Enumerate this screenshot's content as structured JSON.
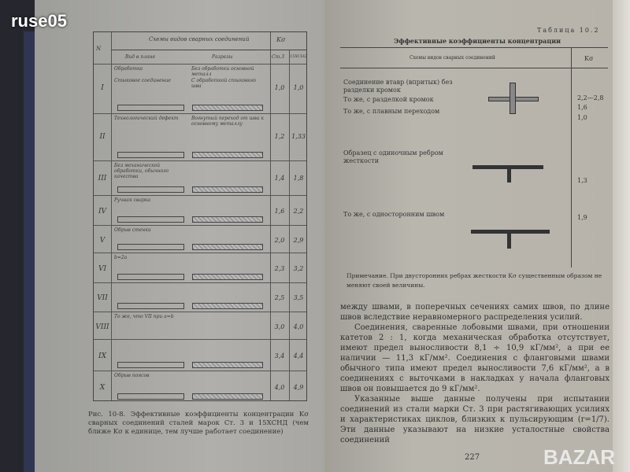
{
  "watermark_top": "ruse05",
  "watermark_bottom": "BAZAR",
  "left_page": {
    "table": {
      "header_main": "Схемы видов сварных соединений",
      "header_k": "Kσ",
      "sub_plan": "Вид в плане",
      "sub_cuts": "Разрезы",
      "sub_st3": "Ст.3",
      "sub_15": "15ХСНД",
      "rows": [
        {
          "n": "I",
          "st3": "1,0",
          "hsnd": "1,0",
          "notes": [
            "Обработка",
            "Без обработки основной металл",
            "Стыковое соединение",
            "С обработкой стыкового шва"
          ]
        },
        {
          "n": "II",
          "st3": "1,2",
          "hsnd": "1,33",
          "notes": [
            "Технологический дефект",
            "Вогнутый переход от шва к основному металлу"
          ]
        },
        {
          "n": "III",
          "st3": "1,4",
          "hsnd": "1,8",
          "notes": [
            "Без механической обработки, обычного качества"
          ]
        },
        {
          "n": "IV",
          "st3": "1,6",
          "hsnd": "2,2",
          "notes": [
            "Ручная сварка"
          ]
        },
        {
          "n": "V",
          "st3": "2,0",
          "hsnd": "2,9",
          "notes": [
            "Обрыв стенки"
          ]
        },
        {
          "n": "VI",
          "st3": "2,3",
          "hsnd": "3,2",
          "notes": [
            "b=2a"
          ]
        },
        {
          "n": "VII",
          "st3": "2,5",
          "hsnd": "3,5",
          "notes": []
        },
        {
          "n": "VIII",
          "st3": "3,0",
          "hsnd": "4,0",
          "notes": [
            "То же, что VII при a=b"
          ]
        },
        {
          "n": "IX",
          "st3": "3,4",
          "hsnd": "4,4",
          "notes": []
        },
        {
          "n": "X",
          "st3": "4,0",
          "hsnd": "4,9",
          "notes": [
            "Обрыв поясов"
          ]
        }
      ]
    },
    "caption": "Рис. 10-8. Эффективные коэффициенты концентрации Kσ сварных соединений сталей марок Ст. 3 и 15ХСНД (чем ближе Kσ к единице, тем лучше работает соединение)"
  },
  "right_page": {
    "table_label": "Таблица 10.2",
    "table_title": "Эффективные коэффициенты концентрации",
    "col_schemes": "Схемы видов сварных соединений",
    "col_k": "Kσ",
    "rows": [
      {
        "label": "Соединение втавр (впритык) без разделки кромок",
        "k": "2,2—2,8"
      },
      {
        "label": "То же, с разделкой кромок",
        "k": "1,6"
      },
      {
        "label": "То же, с плавным переходом",
        "k": "1,0"
      },
      {
        "label": "Образец с одиночным ребром жесткости",
        "k": "1,3"
      },
      {
        "label": "То же, с односторонним швом",
        "k": "1,9"
      }
    ],
    "note": "Примечание. При двусторонних ребрах жесткости Kσ существенным образом не меняют своей величины.",
    "paragraphs": [
      "между швами, в поперечных сечениях самих швов, по длине швов вследствие неравномерного распределения усилий.",
      "Соединения, сваренные лобовыми швами, при отношении катетов 2 : 1, когда механическая обработка отсутствует, имеют предел выносливости 8,1 ÷ 10,9 кГ/мм², а при ее наличии — 11,3 кГ/мм². Соединения с фланговыми швами обычного типа имеют предел выносливости 7,6 кГ/мм², а в соединениях с выточками в накладках у начала фланговых швов он повышается до 9 кГ/мм².",
      "Указанные выше данные получены при испытании соединений из стали марки Ст. 3 при растягивающих усилиях и характеристиках циклов, близких к пульсирующим (r=1/7). Эти данные указывают на низкие усталостные свойства соединений"
    ],
    "page_number": "227"
  }
}
